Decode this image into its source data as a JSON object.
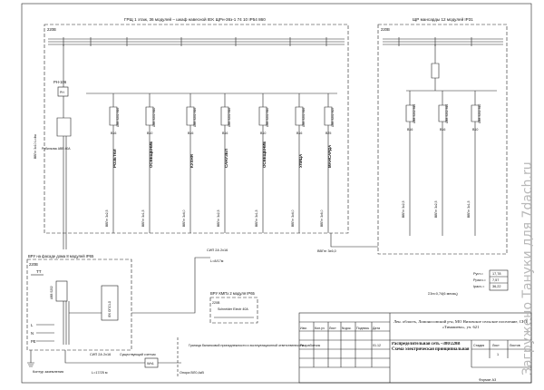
{
  "panel_main": {
    "voltage": "220В",
    "title": "ГРЩ 1 этаж, 36 модулей – шкаф навесной IEK ЩРн-36з-1 74 10 IP54 860"
  },
  "panel_right": {
    "voltage": "220В",
    "title": "ЩР мансарды 12 модулей IP31"
  },
  "meter_box": {
    "voltage": "220В",
    "title": "ВРУ на фасаде дома 8 модулей IP65",
    "meter": "ТТ"
  },
  "small_box": {
    "title": "ВРУ КМПз 2 модуля IP65",
    "voltage": "220В",
    "breaker": "Schneider Electr 40А"
  },
  "incoming": {
    "relay": "РН-106",
    "label_1": "ВВГнг 3х10 L=4м",
    "main_breaker": "Рубильник ABB 40А"
  },
  "main_feeders": [
    {
      "group": "РОЗЕТКИ",
      "code": "В16",
      "breaker": "ABB S202 В16"
    },
    {
      "group": "ОСВЕЩЕНИЕ",
      "code": "В10",
      "breaker": "ABB S202 В10"
    },
    {
      "group": "КУХНЯ",
      "code": "В16",
      "breaker": "ABB S202 В16"
    },
    {
      "group": "САНУЗЕЛ",
      "code": "В16",
      "breaker": "ABB S202 В16"
    },
    {
      "group": "ОСВЕЩЕНИЕ",
      "code": "В10",
      "breaker": "ABB S202 В10"
    },
    {
      "group": "УЛИЦА",
      "code": "В16",
      "breaker": "ABB S202 В16"
    },
    {
      "group": "МАНСАРДА",
      "code": "В25",
      "breaker": "ABB S202 В25"
    }
  ],
  "main_cables": [
    "ВВГнг 3х2,5",
    "ВВГнг 3х1,5",
    "ВВГнг 3х4,0",
    "ВВГнг 3х2,5",
    "ВВГнг 3х1,5",
    "ВВГнг 3х4,0",
    "ВВГнг 3х6,0"
  ],
  "right_feeders": [
    {
      "code": "В16",
      "breaker": "ABB S202 В16",
      "cable": "ВВГнг 3х2,5"
    },
    {
      "code": "В16",
      "breaker": "ABB S202 В16",
      "cable": "ВВГнг 3х2,5"
    },
    {
      "code": "В10",
      "breaker": "ABB S202 В10",
      "cable": "ВВГнг 3х1,5"
    }
  ],
  "link_cable": "ВВГнг 3х6,0",
  "sip_1": {
    "line_1": "СИП 2А 2х16",
    "line_2": "L=8/17м"
  },
  "sip_2": {
    "line_1": "СИП 2А 2х16",
    "line_2": "L=17/25 м"
  },
  "ground_label": "Контур заземления",
  "meter_label": "Существующий счетчик",
  "meter_tag": "Wh1",
  "boundary_label": "Граница балансовой принадлежности и эксплуатационной ответственности",
  "pole_label": "Опора ВЛ0,4кВ",
  "phase_labels": [
    "L",
    "N",
    "PE"
  ],
  "totals": {
    "note": "Σ3н=0,74(6 месяц)",
    "rows": [
      {
        "label": "Руст.=",
        "value": "17,78"
      },
      {
        "label": "Ррасч.=",
        "value": "7,57"
      },
      {
        "label": "Iрасч.=",
        "value": "36,22"
      }
    ]
  },
  "stamp": {
    "header_cells": [
      "Изм.",
      "Кол.уч",
      "Лист",
      "№док.",
      "Подпись",
      "Дата"
    ],
    "developer": "Разработчик",
    "developer_date": "01.12",
    "address": "Лен. область, Ломоносовский р-н, МО Низовское сельское поселение, СНТ «Тимашево», уч. 621",
    "doc_title": "Распределительная сеть ~380/220В Схема электрическая принципиальная",
    "stage_label": "Стадия",
    "sheet_label": "Лист",
    "sheets_label": "Листов",
    "sheet_no": "1",
    "format": "Формат А3"
  },
  "watermark": "Загружено Тануки для 7dach.ru"
}
